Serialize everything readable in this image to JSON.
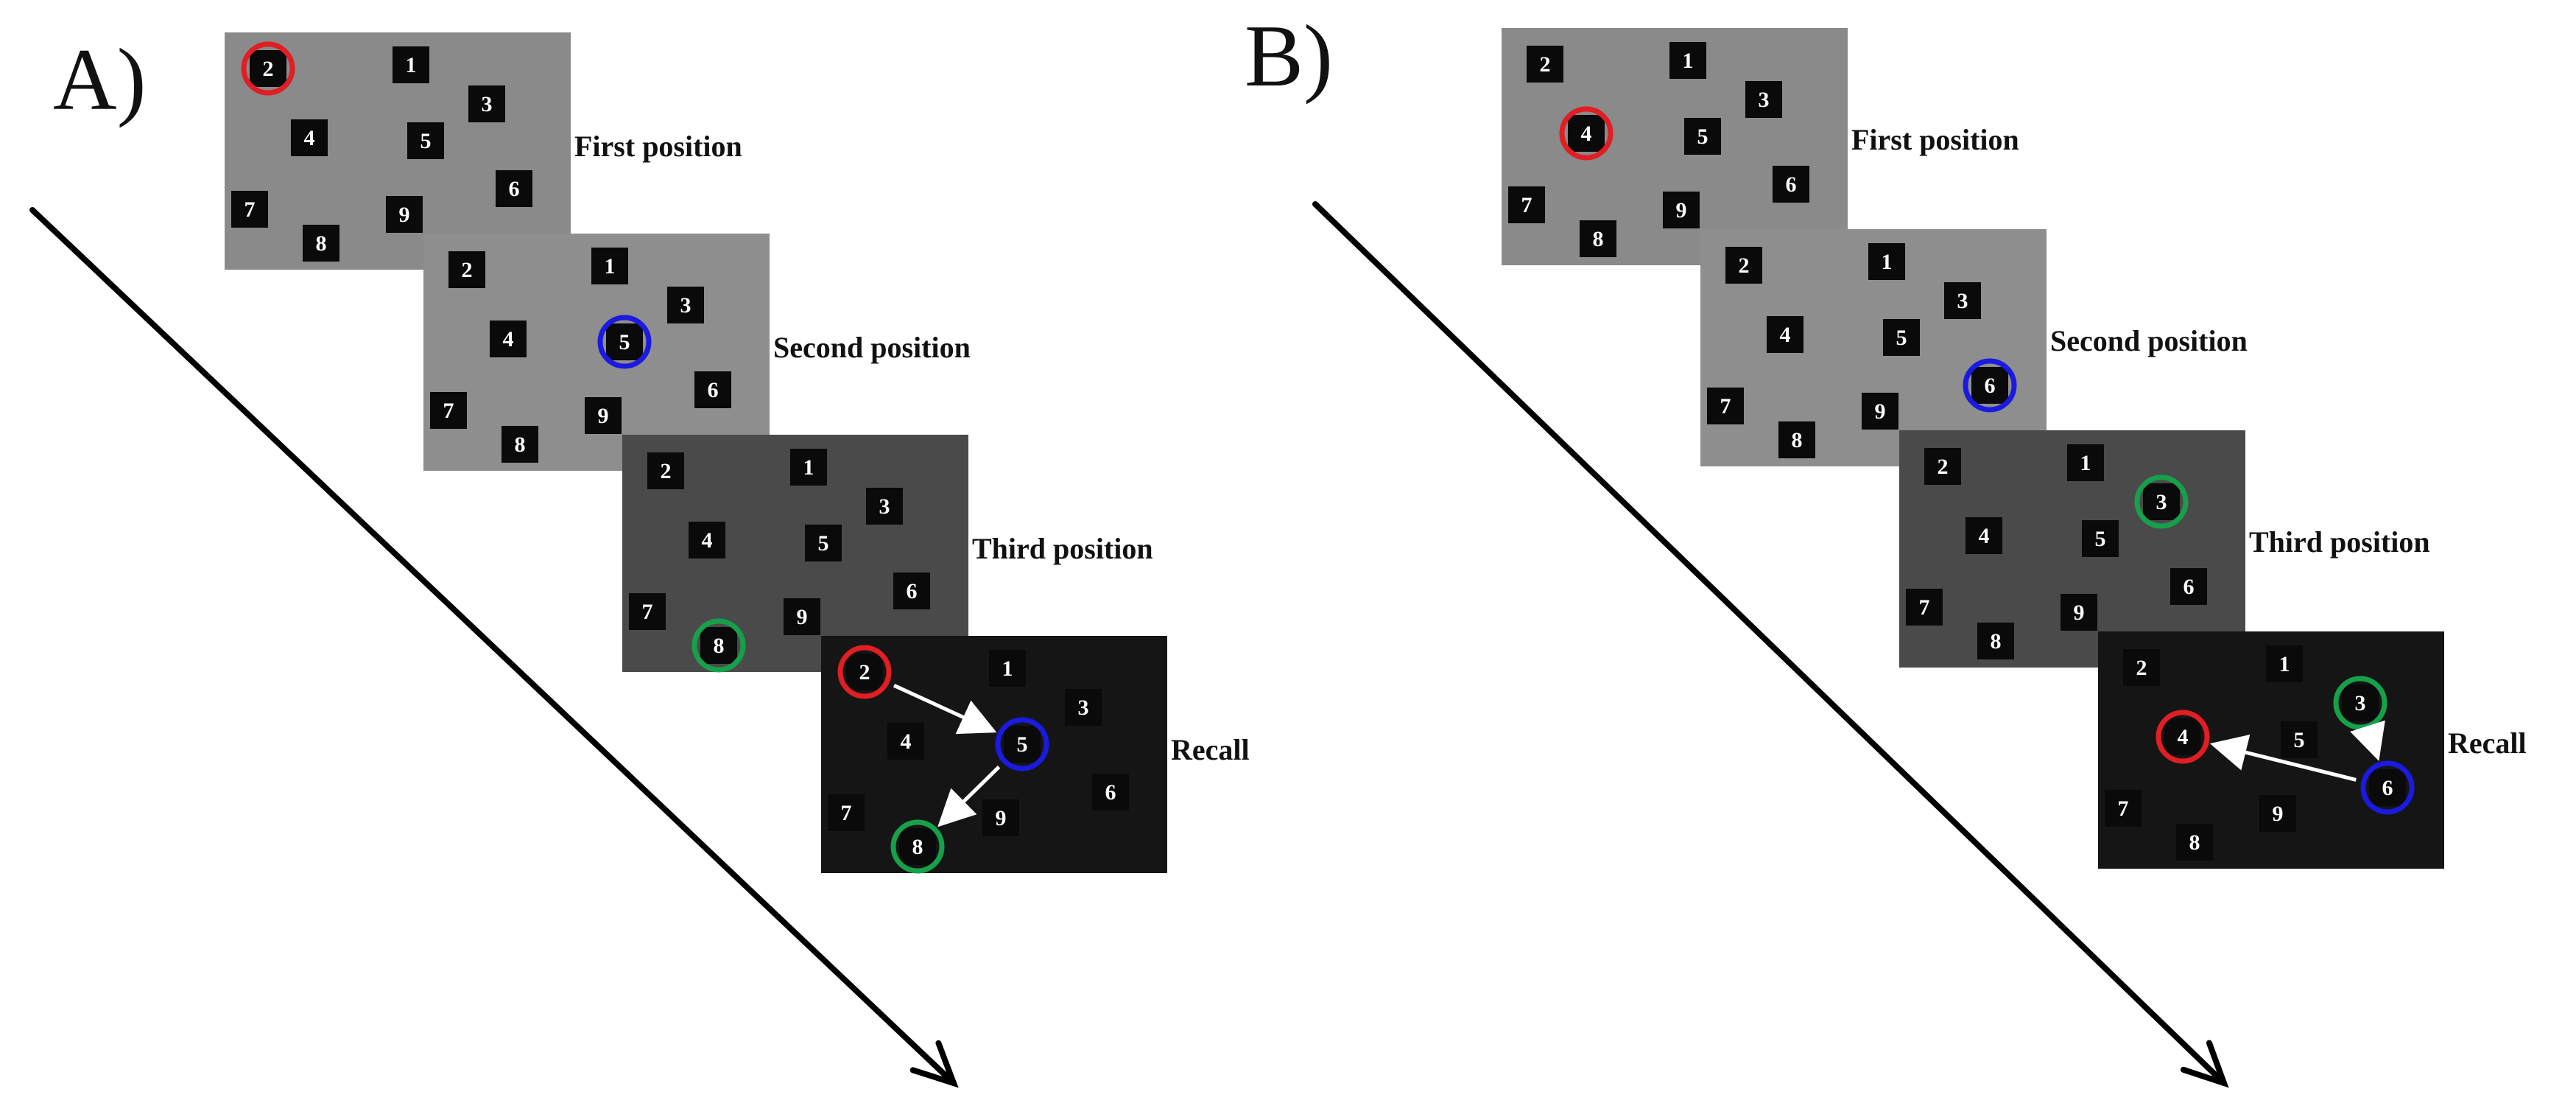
{
  "panels": [
    {
      "letter": "A)",
      "stages": [
        {
          "label": "First position",
          "fill": "#8a8a8a",
          "highlight": {
            "digit": "2",
            "color": "#e01e24"
          }
        },
        {
          "label": "Second position",
          "fill": "#8e8e8e",
          "highlight": {
            "digit": "5",
            "color": "#1a1ae0"
          }
        },
        {
          "label": "Third position",
          "fill": "#4a4a4a",
          "highlight": {
            "digit": "8",
            "color": "#16a04a"
          }
        },
        {
          "label": "Recall",
          "fill": "#151515",
          "recall": {
            "circles": [
              {
                "digit": "2",
                "color": "#e01e24"
              },
              {
                "digit": "5",
                "color": "#1a1ae0"
              },
              {
                "digit": "8",
                "color": "#16a04a"
              }
            ],
            "arrows": [
              [
                "2",
                "5"
              ],
              [
                "5",
                "8"
              ]
            ]
          }
        }
      ]
    },
    {
      "letter": "B)",
      "stages": [
        {
          "label": "First position",
          "fill": "#8a8a8a",
          "highlight": {
            "digit": "4",
            "color": "#e01e24"
          }
        },
        {
          "label": "Second position",
          "fill": "#8e8e8e",
          "highlight": {
            "digit": "6",
            "color": "#1a1ae0"
          }
        },
        {
          "label": "Third position",
          "fill": "#4a4a4a",
          "highlight": {
            "digit": "3",
            "color": "#16a04a"
          }
        },
        {
          "label": "Recall",
          "fill": "#151515",
          "recall": {
            "circles": [
              {
                "digit": "4",
                "color": "#e01e24"
              },
              {
                "digit": "6",
                "color": "#1a1ae0"
              },
              {
                "digit": "3",
                "color": "#16a04a"
              }
            ],
            "arrows": [
              [
                "3",
                "6"
              ],
              [
                "6",
                "4"
              ]
            ]
          }
        }
      ]
    }
  ],
  "grid_digits": [
    "1",
    "2",
    "3",
    "4",
    "5",
    "6",
    "7",
    "8",
    "9"
  ],
  "colors": {
    "square": "#0a0a0a",
    "digit": "#ffffff",
    "arrow": "#ffffff",
    "time_arrow": "#000000"
  }
}
